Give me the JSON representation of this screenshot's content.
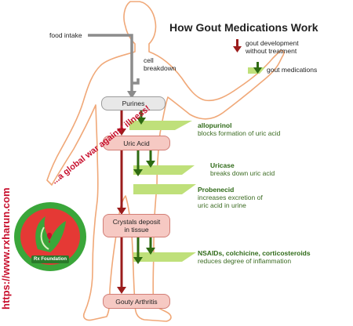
{
  "title": "How Gout Medications Work",
  "colors": {
    "body_outline": "#f0a878",
    "gray_arrow": "#8c8c8c",
    "red_arrow": "#9b1c1c",
    "green_arrow": "#2e6a12",
    "green_band": "#bfe07a",
    "node_fill": "#f6c9c3",
    "medication_text": "#2f6a18"
  },
  "inputs": {
    "food_intake": "food intake",
    "cell_breakdown": "cell\nbreakdown"
  },
  "nodes": {
    "purines": "Purines",
    "uric_acid": "Uric Acid",
    "crystals": "Crystals deposit\nin tissue",
    "gouty_arthritis": "Gouty Arthritis"
  },
  "legend": {
    "red_label": "gout development\nwithout treatment",
    "green_label": "gout medications"
  },
  "medications": [
    {
      "name": "allopurinol",
      "description": "blocks formation of uric acid"
    },
    {
      "name": "Uricase",
      "description": "breaks down uric acid"
    },
    {
      "name": "Probenecid",
      "description": "increases excretion of\nuric acid in urine"
    },
    {
      "name": "NSAIDs, colchicine, corticosteroids",
      "description": "reduces degree of inflammation"
    }
  ],
  "watermark": {
    "arc_text": "...a global war against illness!",
    "url_text": "https://www.rxharun.com",
    "center_label": "Rx Foundation"
  }
}
